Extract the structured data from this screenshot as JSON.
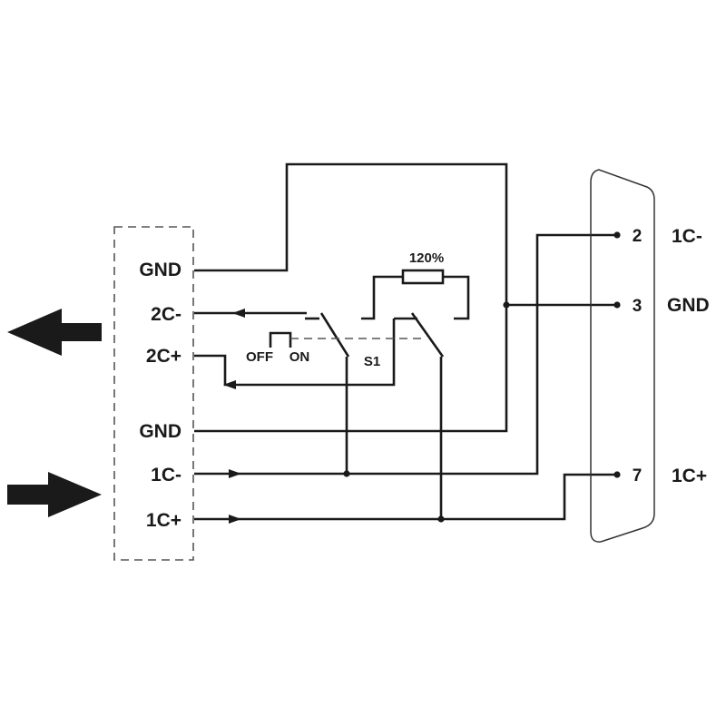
{
  "terminal_block": {
    "labels": [
      "GND",
      "2C-",
      "2C+",
      "GND",
      "1C-",
      "1C+"
    ]
  },
  "switch": {
    "name": "S1",
    "off_label": "OFF",
    "on_label": "ON",
    "resistor_label": "120%"
  },
  "connector": {
    "pins": [
      {
        "number": "2",
        "signal": "1C-"
      },
      {
        "number": "3",
        "signal": "GND"
      },
      {
        "number": "7",
        "signal": "1C+"
      }
    ]
  }
}
